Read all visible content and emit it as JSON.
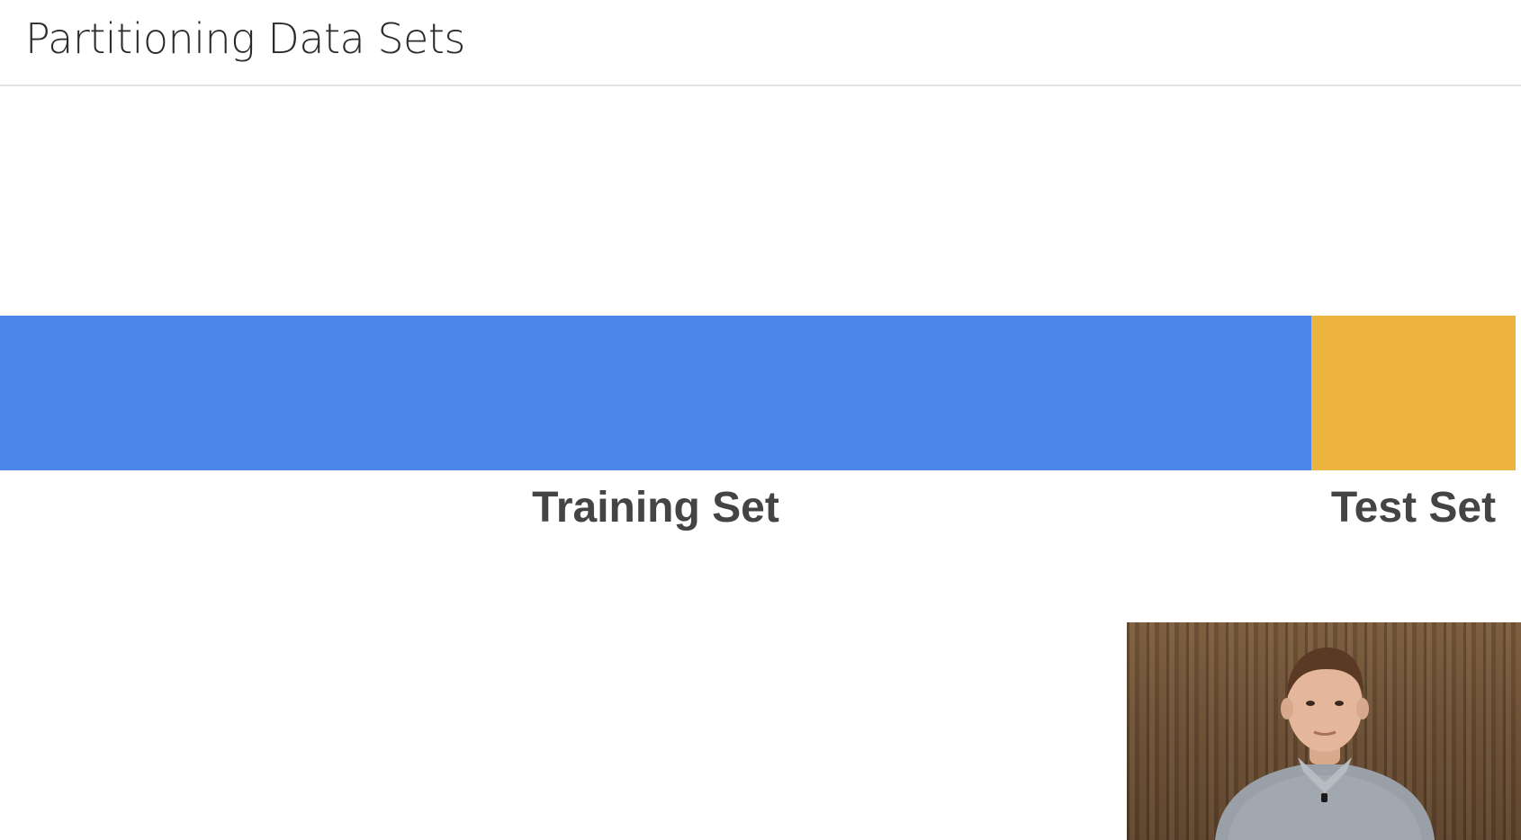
{
  "slide": {
    "title": "Partitioning Data Sets"
  },
  "partition": {
    "segments": [
      {
        "label": "Training Set",
        "fraction": 0.865,
        "color": "#4c86e8"
      },
      {
        "label": "Test Set",
        "fraction": 0.135,
        "color": "#edb33f"
      }
    ]
  },
  "presenter_video": {
    "icon": "presenter-video-icon"
  }
}
